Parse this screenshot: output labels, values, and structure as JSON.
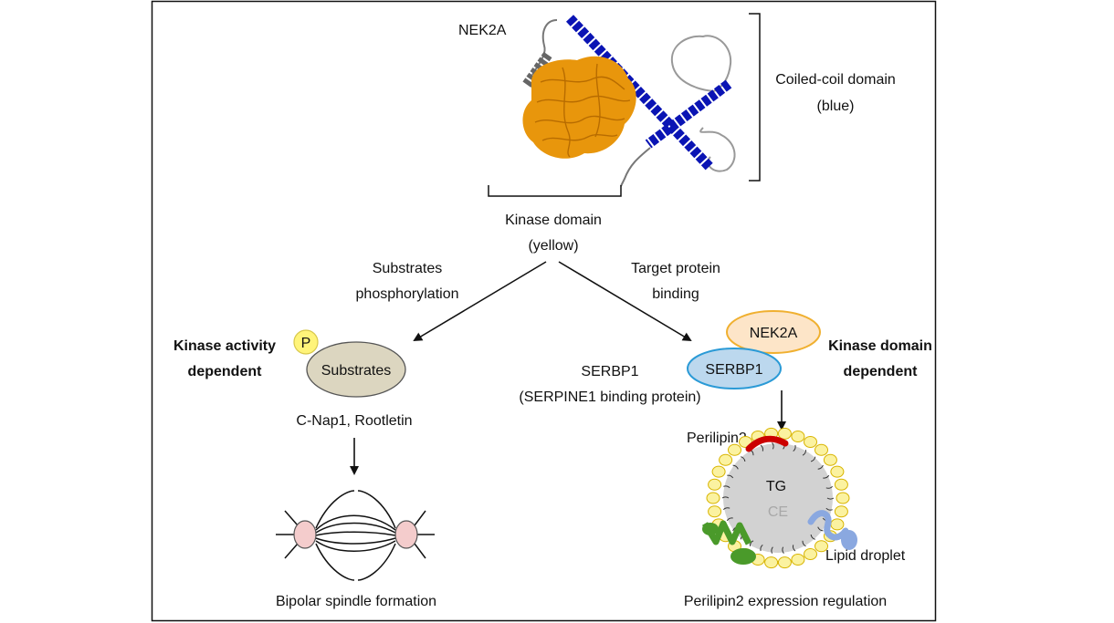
{
  "protein": {
    "name": "NEK2A",
    "coiled_coil_line1": "Coiled-coil domain",
    "coiled_coil_line2": "(blue)",
    "kinase_line1": "Kinase domain",
    "kinase_line2": "(yellow)"
  },
  "left_branch": {
    "arrow_label_line1": "Substrates",
    "arrow_label_line2": "phosphorylation",
    "mode_line1": "Kinase activity",
    "mode_line2": "dependent",
    "phospho": "P",
    "substrates": "Substrates",
    "examples": "C-Nap1, Rootletin",
    "outcome": "Bipolar spindle formation"
  },
  "right_branch": {
    "arrow_label_line1": "Target protein",
    "arrow_label_line2": "binding",
    "mode_line1": "Kinase domain",
    "mode_line2": "dependent",
    "nek2a": "NEK2A",
    "serbp1": "SERBP1",
    "serbp1_name_line1": "SERBP1",
    "serbp1_name_line2": "(SERPINE1 binding protein)",
    "perilipin": "Perilipin2",
    "tg": "TG",
    "ce": "CE",
    "droplet": "Lipid droplet",
    "outcome": "Perilipin2 expression regulation"
  },
  "colors": {
    "coiled_coil": "#0a14b4",
    "kinase": "#e8960c",
    "substrates_fill": "#dcd6c0",
    "phospho_fill": "#fff47a",
    "nek2a_fill": "#fde5c8",
    "nek2a_stroke": "#f0b030",
    "serbp1_fill": "#bcd8ee",
    "serbp1_stroke": "#2a9ad6",
    "perilipin": "#cc0000",
    "droplet_core": "#d2d2d2",
    "phospholipid": "#fbf2a0",
    "spindle_pole": "#f4cccc"
  }
}
